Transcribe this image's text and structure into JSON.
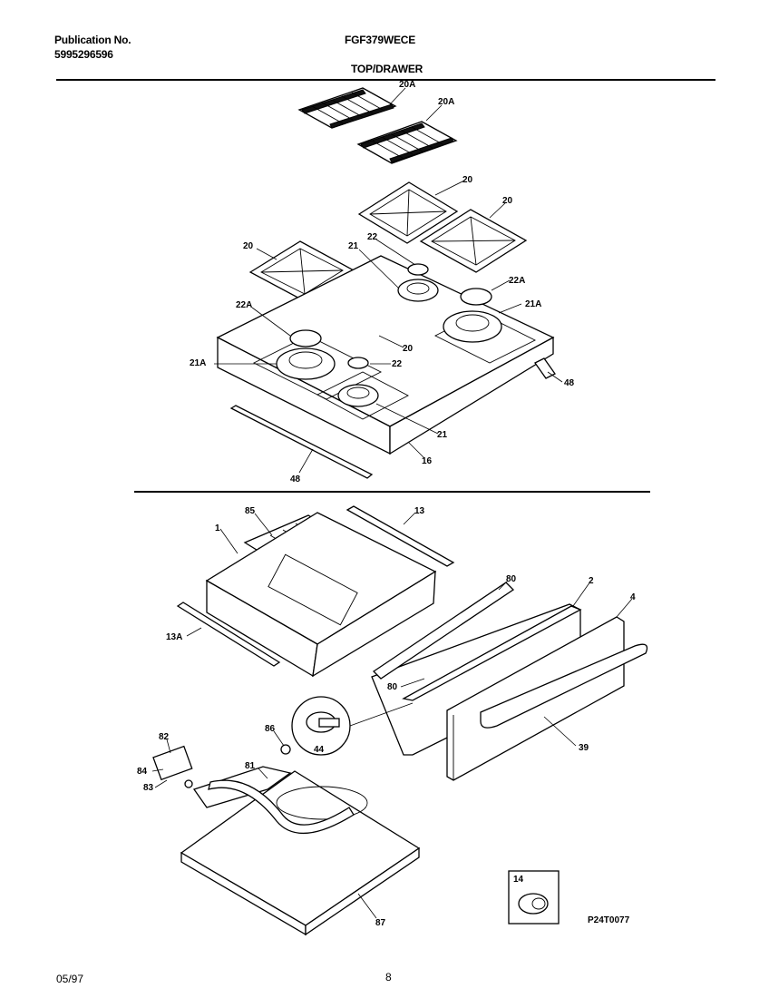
{
  "header": {
    "publication_label": "Publication No.",
    "publication_number": "5995296596",
    "model": "FGF379WECE",
    "section_title": "TOP/DRAWER"
  },
  "callouts": {
    "c20A_a": "20A",
    "c20A_b": "20A",
    "c20_a": "20",
    "c20_b": "20",
    "c20_c": "20",
    "c20_d": "20",
    "c21_a": "21",
    "c21_b": "21",
    "c22_a": "22",
    "c22_b": "22",
    "c22A_a": "22A",
    "c22A_b": "22A",
    "c21A_a": "21A",
    "c21A_b": "21A",
    "c48_a": "48",
    "c48_b": "48",
    "c16": "16",
    "c85": "85",
    "c1": "1",
    "c13": "13",
    "c13A": "13A",
    "c80_a": "80",
    "c80_b": "80",
    "c2": "2",
    "c4": "4",
    "c39": "39",
    "c44": "44",
    "c86": "86",
    "c82": "82",
    "c84": "84",
    "c83": "83",
    "c81": "81",
    "c87": "87",
    "c14": "14"
  },
  "drawing_code": "P24T0077",
  "footer": {
    "date": "05/97",
    "page_number": "8"
  }
}
